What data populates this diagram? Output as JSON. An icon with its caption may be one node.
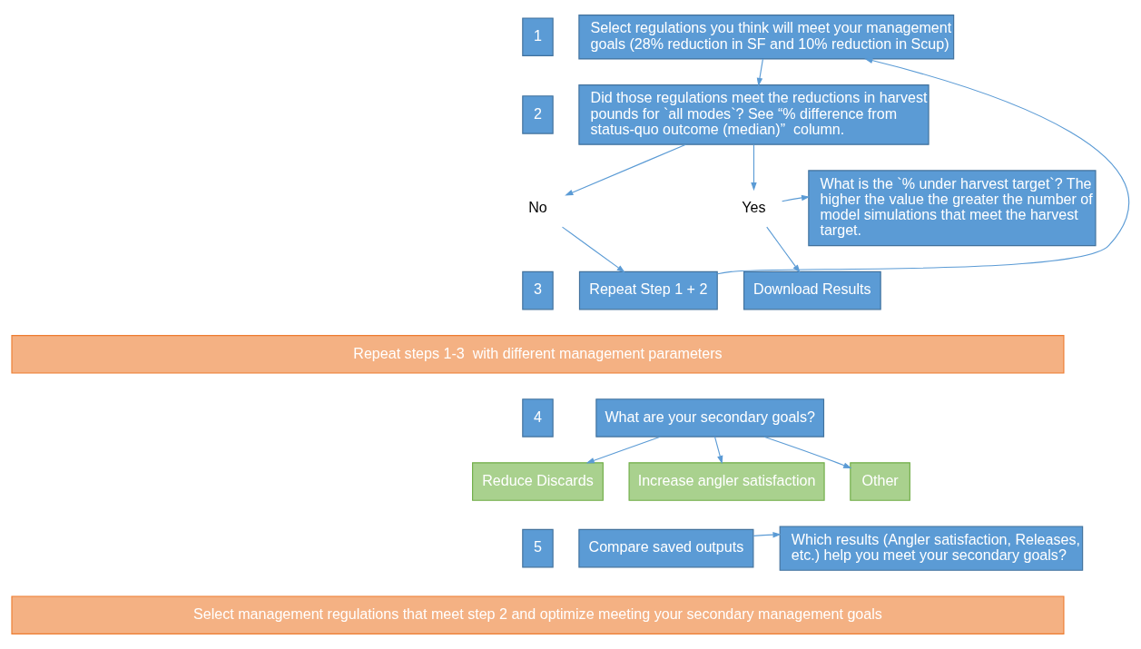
{
  "diagram": {
    "nodes": [
      {
        "text": [
          "1"
        ]
      },
      {
        "text": [
          "Select regulations you think will meet your management goals (28% reduction in SF and 10% reduction in Scup)"
        ]
      },
      {
        "text": [
          "2"
        ]
      },
      {
        "text": [
          "Did those regulations meet the reductions in harvest pounds for `all modes`? See “% difference from status-quo outcome (median)”  column."
        ]
      },
      {
        "text": [
          "No"
        ]
      },
      {
        "text": [
          "Yes"
        ]
      },
      {
        "text": [
          "What is the `% under harvest target`? The higher the value the greater the number of model simulations that meet the harvest target."
        ]
      },
      {
        "text": [
          "3"
        ]
      },
      {
        "text": [
          "Repeat Step 1 + 2"
        ]
      },
      {
        "text": [
          "Download Results"
        ]
      },
      {
        "text": [
          "Repeat steps 1-3  with different management parameters"
        ]
      },
      {
        "text": [
          "4"
        ]
      },
      {
        "text": [
          "What are your secondary goals?"
        ]
      },
      {
        "text": [
          "Reduce Discards"
        ]
      },
      {
        "text": [
          "Increase angler satisfaction"
        ]
      },
      {
        "text": [
          "Other"
        ]
      },
      {
        "text": [
          "5"
        ]
      },
      {
        "text": [
          "Compare saved outputs"
        ]
      },
      {
        "text": [
          "Which results (Angler satisfaction, Releases, etc.) help you meet your secondary goals?"
        ]
      },
      {
        "text": [
          "Select management regulations that meet step 2 and optimize meeting your secondary management goals"
        ]
      }
    ],
    "edges": [
      {
        "from": 1,
        "to": 3,
        "arrow": "to"
      },
      {
        "from": 3,
        "to": 4,
        "arrow": "to"
      },
      {
        "from": 4,
        "to": 8,
        "arrow": "to"
      },
      {
        "from": 3,
        "to": 5,
        "arrow": "to"
      },
      {
        "from": 5,
        "to": 9,
        "arrow": "to"
      },
      {
        "from": 5,
        "to": 6,
        "arrow": "to"
      },
      {
        "from": 8,
        "to": 1,
        "arrow": "to"
      },
      {
        "from": 12,
        "to": 13,
        "arrow": "to"
      },
      {
        "from": 12,
        "to": 14,
        "arrow": "to"
      },
      {
        "from": 12,
        "to": 15,
        "arrow": "to"
      },
      {
        "from": 17,
        "to": 18,
        "arrow": "to"
      }
    ]
  }
}
